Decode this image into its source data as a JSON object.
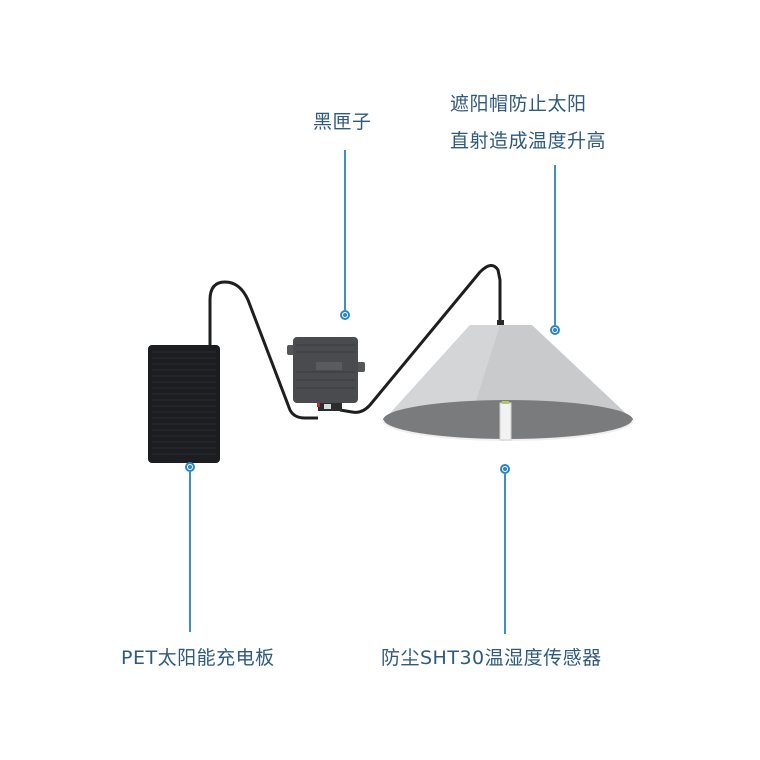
{
  "diagram": {
    "components": {
      "black_box": {
        "label": "黑匣子"
      },
      "sun_shield": {
        "label_line1": "遮阳帽防止太阳",
        "label_line2": "直射造成温度升高"
      },
      "solar_panel": {
        "label": "PET太阳能充电板"
      },
      "sensor": {
        "label": "防尘SHT30温湿度传感器"
      }
    },
    "colors": {
      "label_text": "#2f5a7e",
      "leader_line": "#3f8fc1",
      "cable": "#1e1e1e",
      "panel": "#1c1d20",
      "box": "#4a4b4e",
      "shade_outer": "#c9cacb",
      "shade_inner": "#7a7b7d"
    }
  }
}
